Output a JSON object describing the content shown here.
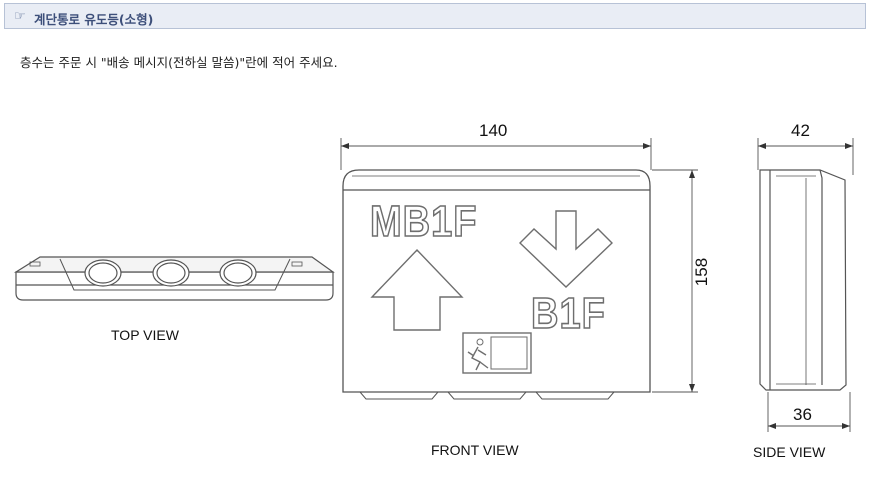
{
  "header": {
    "icon": "pointing-hand-icon",
    "icon_glyph": "☞",
    "title": "계단통로 유도등(소형)"
  },
  "notice": "층수는 주문 시 \"배송 메시지(전하실 말씀)\"란에 적어 주세요.",
  "drawing": {
    "dimensions": {
      "width": "140",
      "height": "158",
      "depth_outer": "42",
      "depth_inner": "36"
    },
    "sign_text": {
      "upper_floor": "MB1F",
      "lower_floor": "B1F"
    },
    "labels": {
      "top_view": "TOP VIEW",
      "front_view": "FRONT VIEW",
      "side_view": "SIDE VIEW"
    }
  }
}
